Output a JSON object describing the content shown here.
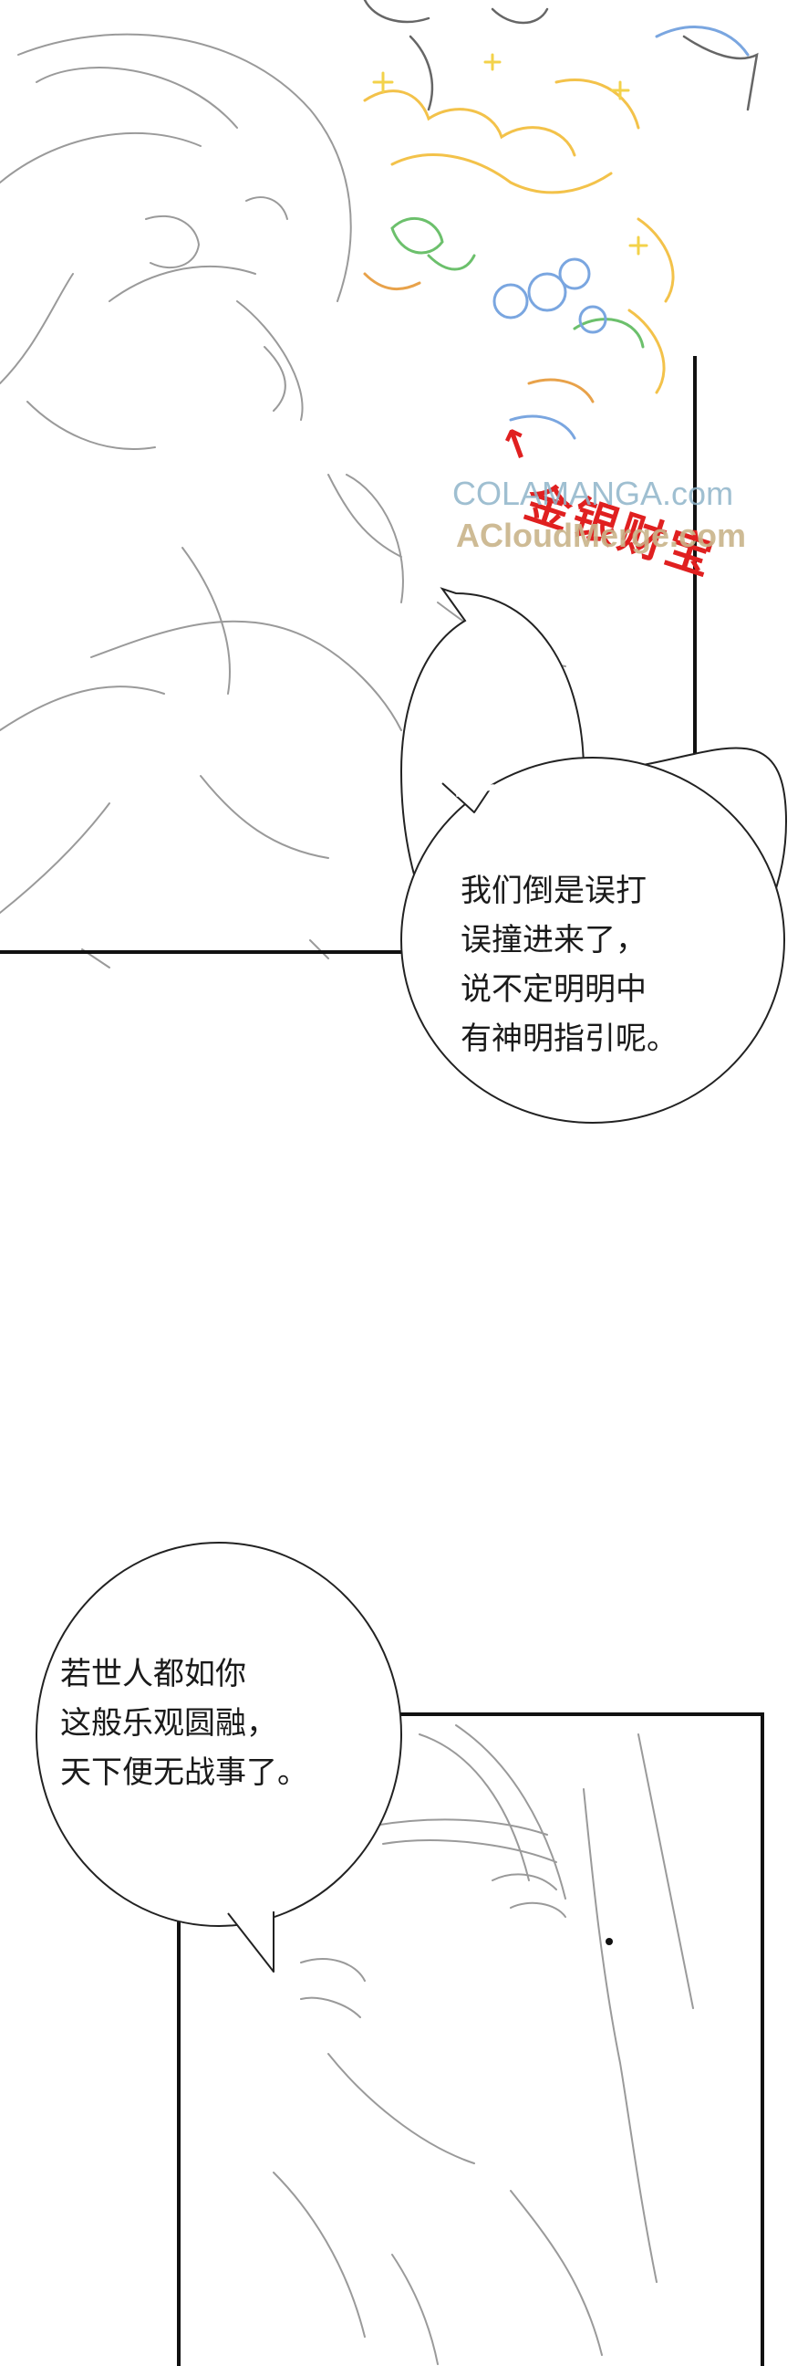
{
  "sfx": {
    "text": "金银财宝",
    "arrow": "↑",
    "color": "#e02020"
  },
  "watermark": {
    "line1": "COLAMANGA.com",
    "line2": "ACloudMerge.com",
    "color1": "#8fb4c9",
    "color2": "#c9b48a"
  },
  "dialogue": [
    {
      "speaker": "girl",
      "lines": [
        "我们倒是误打",
        "误撞进来了，",
        "说不定明明中",
        "有神明指引呢。"
      ]
    },
    {
      "speaker": "man",
      "lines": [
        "若世人都如你",
        "这般乐观圆融，",
        "天下便无战事了。"
      ]
    }
  ],
  "colors": {
    "ink": "#1a1a1a",
    "sketch": "#9a9a9a",
    "panel_border": "#111111"
  }
}
